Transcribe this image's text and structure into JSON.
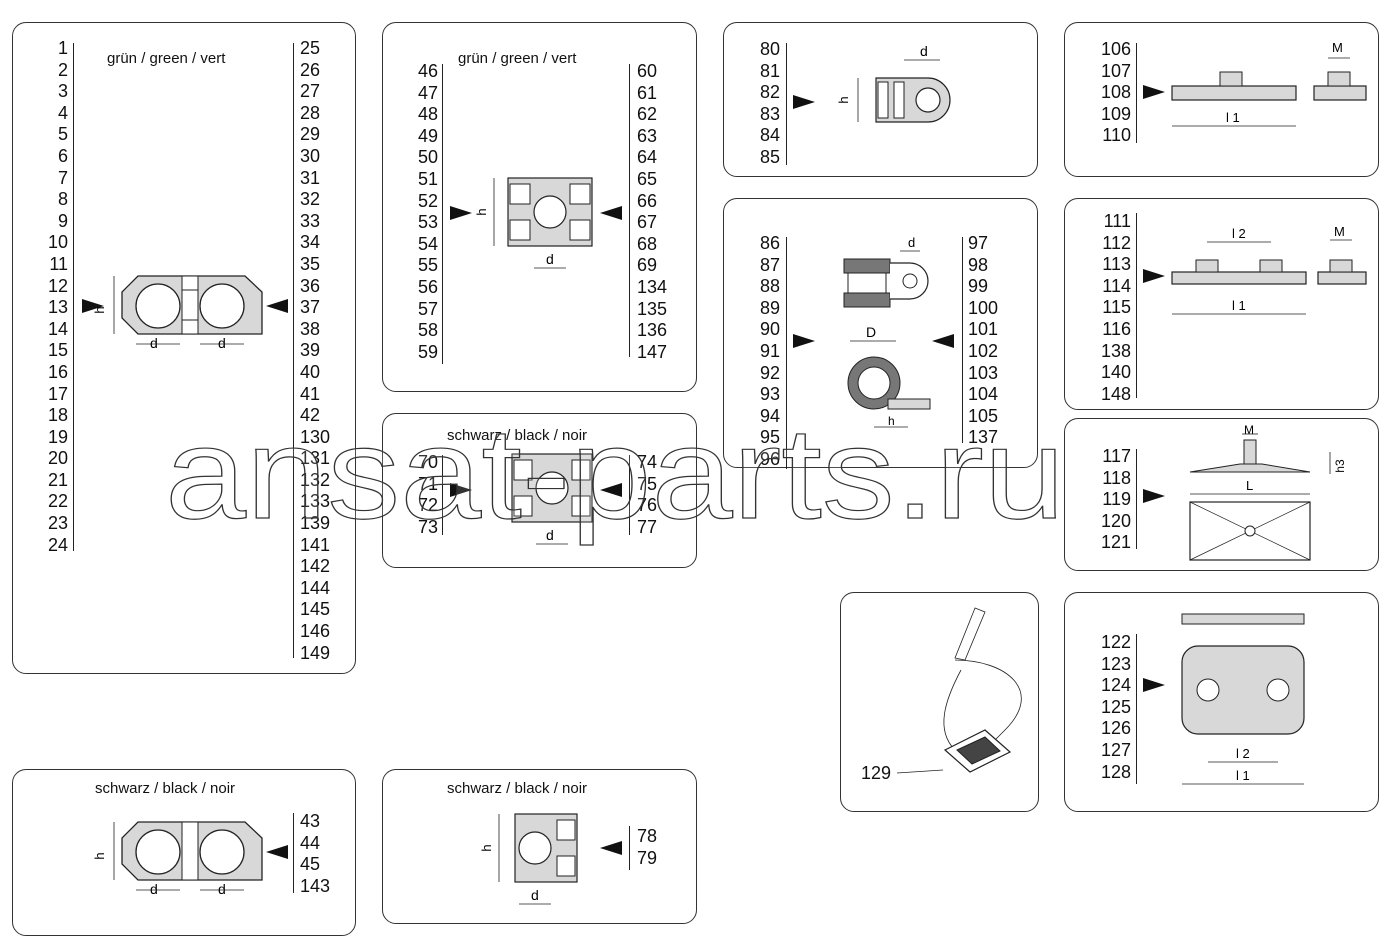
{
  "panels": {
    "p1": {
      "title": "grün / green / vert",
      "left": [
        "1",
        "2",
        "3",
        "4",
        "5",
        "6",
        "7",
        "8",
        "9",
        "10",
        "11",
        "12",
        "13",
        "14",
        "15",
        "16",
        "17",
        "18",
        "19",
        "20",
        "21",
        "22",
        "23",
        "24"
      ],
      "right": [
        "25",
        "26",
        "27",
        "28",
        "29",
        "30",
        "31",
        "32",
        "33",
        "34",
        "35",
        "36",
        "37",
        "38",
        "39",
        "40",
        "41",
        "42",
        "130",
        "131",
        "132",
        "133",
        "139",
        "141",
        "142",
        "144",
        "145",
        "146",
        "149"
      ]
    },
    "p2": {
      "title": "grün / green / vert",
      "left": [
        "46",
        "47",
        "48",
        "49",
        "50",
        "51",
        "52",
        "53",
        "54",
        "55",
        "56",
        "57",
        "58",
        "59"
      ],
      "right": [
        "60",
        "61",
        "62",
        "63",
        "64",
        "65",
        "66",
        "67",
        "68",
        "69",
        "134",
        "135",
        "136",
        "147"
      ]
    },
    "p3": {
      "left": [
        "80",
        "81",
        "82",
        "83",
        "84",
        "85"
      ]
    },
    "p4": {
      "left": [
        "106",
        "107",
        "108",
        "109",
        "110"
      ]
    },
    "p5": {
      "title": "schwarz / black / noir",
      "left": [
        "70",
        "71",
        "72",
        "73"
      ],
      "right": [
        "74",
        "75",
        "76",
        "77"
      ]
    },
    "p6": {
      "left": [
        "86",
        "87",
        "88",
        "89",
        "90",
        "91",
        "92",
        "93",
        "94",
        "95",
        "96"
      ],
      "right": [
        "97",
        "98",
        "99",
        "100",
        "101",
        "102",
        "103",
        "104",
        "105",
        "137"
      ]
    },
    "p7": {
      "left": [
        "111",
        "112",
        "113",
        "114",
        "115",
        "116",
        "138",
        "140",
        "148"
      ]
    },
    "p8": {
      "left": [
        "117",
        "118",
        "119",
        "120",
        "121"
      ]
    },
    "p9": {
      "left": [
        "129"
      ]
    },
    "p10": {
      "left": [
        "122",
        "123",
        "124",
        "125",
        "126",
        "127",
        "128"
      ]
    },
    "p11": {
      "title": "schwarz / black / noir",
      "right": [
        "43",
        "44",
        "45",
        "143"
      ]
    },
    "p12": {
      "title": "schwarz / black / noir",
      "right": [
        "78",
        "79"
      ]
    }
  },
  "labels": {
    "d": "d",
    "h": "h",
    "D": "D",
    "M": "M",
    "l1": "l 1",
    "l2": "l 2",
    "L": "L",
    "h3": "h3"
  },
  "watermark": "ansat-parts.ru",
  "colors": {
    "fill": "#d8d8d8",
    "line": "#222222"
  }
}
